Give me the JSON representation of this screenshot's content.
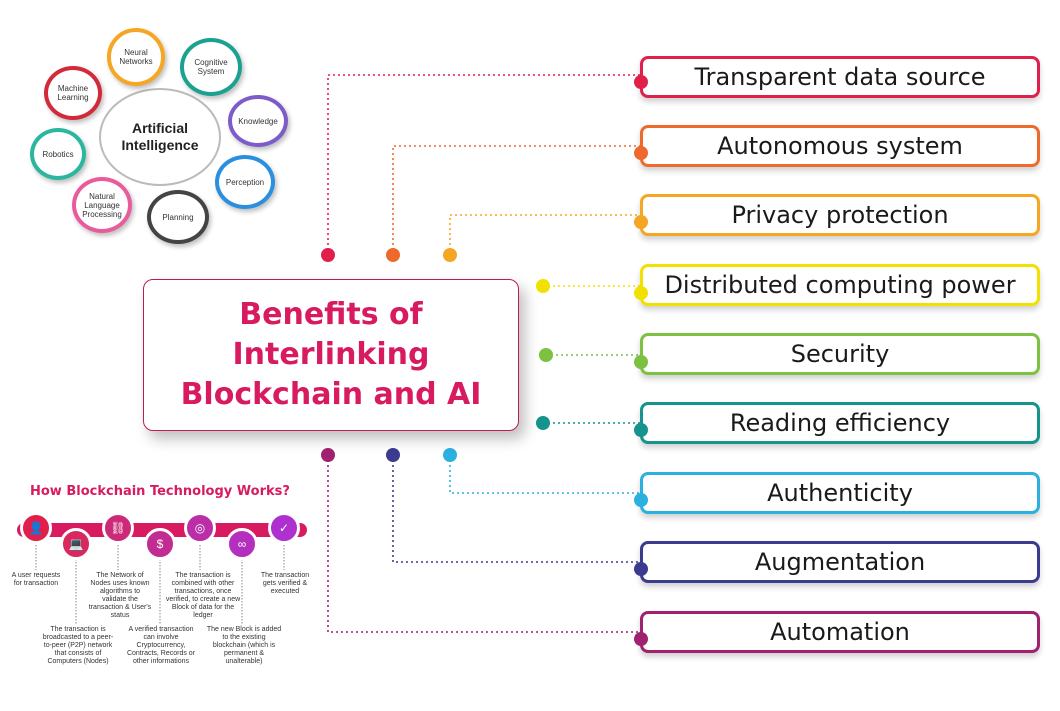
{
  "center": {
    "title": "Benefits of Interlinking Blockchain and AI"
  },
  "benefits": [
    {
      "label": "Transparent data source",
      "color": "#e0204a"
    },
    {
      "label": "Autonomous system",
      "color": "#ee6a2c"
    },
    {
      "label": "Privacy protection",
      "color": "#f5a623"
    },
    {
      "label": "Distributed computing power",
      "color": "#f2e100"
    },
    {
      "label": "Security",
      "color": "#7cc142"
    },
    {
      "label": "Reading efficiency",
      "color": "#15948e"
    },
    {
      "label": "Authenticity",
      "color": "#2bb0e0"
    },
    {
      "label": "Augmentation",
      "color": "#3b3b8f"
    },
    {
      "label": "Automation",
      "color": "#a0216f"
    }
  ],
  "ai": {
    "center": "Artificial Intelligence",
    "nodes": [
      {
        "label": "Neural Networks",
        "color": "#f5a623"
      },
      {
        "label": "Cognitive System",
        "color": "#1aa18f"
      },
      {
        "label": "Knowledge",
        "color": "#7b5cc9"
      },
      {
        "label": "Perception",
        "color": "#2b8fe0"
      },
      {
        "label": "Planning",
        "color": "#444444"
      },
      {
        "label": "Natural Language Processing",
        "color": "#e85c9c"
      },
      {
        "label": "Robotics",
        "color": "#2bb6a0"
      },
      {
        "label": "Machine Learning",
        "color": "#d22a3a"
      }
    ]
  },
  "blockchain": {
    "title": "How Blockchain Technology Works?",
    "steps": [
      {
        "icon": "user-icon",
        "glyph": "👤",
        "text": "A user requests for transaction"
      },
      {
        "icon": "laptop-icon",
        "glyph": "💻",
        "text": "The transaction is broadcasted to a peer-to-peer (P2P) network that consists of Computers (Nodes)"
      },
      {
        "icon": "network-icon",
        "glyph": "⛓",
        "text": "The Network of Nodes uses known algorithms to validate the transaction & User's status"
      },
      {
        "icon": "money-icon",
        "glyph": "$",
        "text": "A verified transaction can involve Cryptocurrency, Contracts, Records or other informations"
      },
      {
        "icon": "target-icon",
        "glyph": "◎",
        "text": "The transaction is combined with other transactions, once verified, to create a new Block of data for the ledger"
      },
      {
        "icon": "chain-icon",
        "glyph": "∞",
        "text": "The new Block is added to the existing blockchain (which is permanent & unalterable)"
      },
      {
        "icon": "check-icon",
        "glyph": "✓",
        "text": "The transaction gets verified & executed"
      }
    ]
  }
}
